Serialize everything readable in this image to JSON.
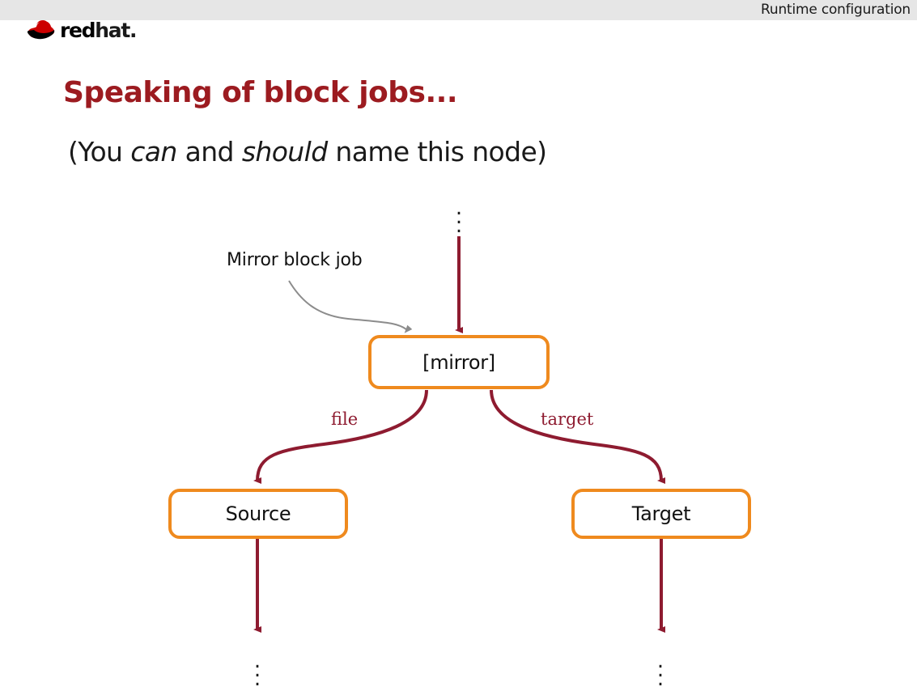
{
  "header": {
    "title": "Runtime configuration",
    "logo": {
      "icon": "redhat-shadowman-icon",
      "word_bold": "red",
      "word_light": "hat.",
      "color": "#cc0000"
    }
  },
  "slide": {
    "title": "Speaking of block jobs...",
    "title_color": "#9c1b20",
    "subtitle": {
      "part1": "(You ",
      "em1": "can",
      "part2": " and ",
      "em2": "should",
      "part3": " name this node)"
    }
  },
  "diagram": {
    "type": "block-graph",
    "node_border_color": "#ef8a1e",
    "edge_color": "#8e1b30",
    "annotation_arrow_color": "#8c8c8c",
    "nodes": [
      {
        "id": "mirror",
        "label": "[mirror]"
      },
      {
        "id": "source",
        "label": "Source"
      },
      {
        "id": "target",
        "label": "Target"
      }
    ],
    "edges": [
      {
        "from": "mirror",
        "to": "source",
        "label": "file"
      },
      {
        "from": "mirror",
        "to": "target",
        "label": "target"
      }
    ],
    "annotation": {
      "text": "Mirror block job",
      "points_to": "mirror"
    },
    "ellipses": [
      {
        "id": "top",
        "glyph": "⋮"
      },
      {
        "id": "source-below",
        "glyph": "⋮"
      },
      {
        "id": "target-below",
        "glyph": "⋮"
      }
    ],
    "dot_glyph": "."
  }
}
